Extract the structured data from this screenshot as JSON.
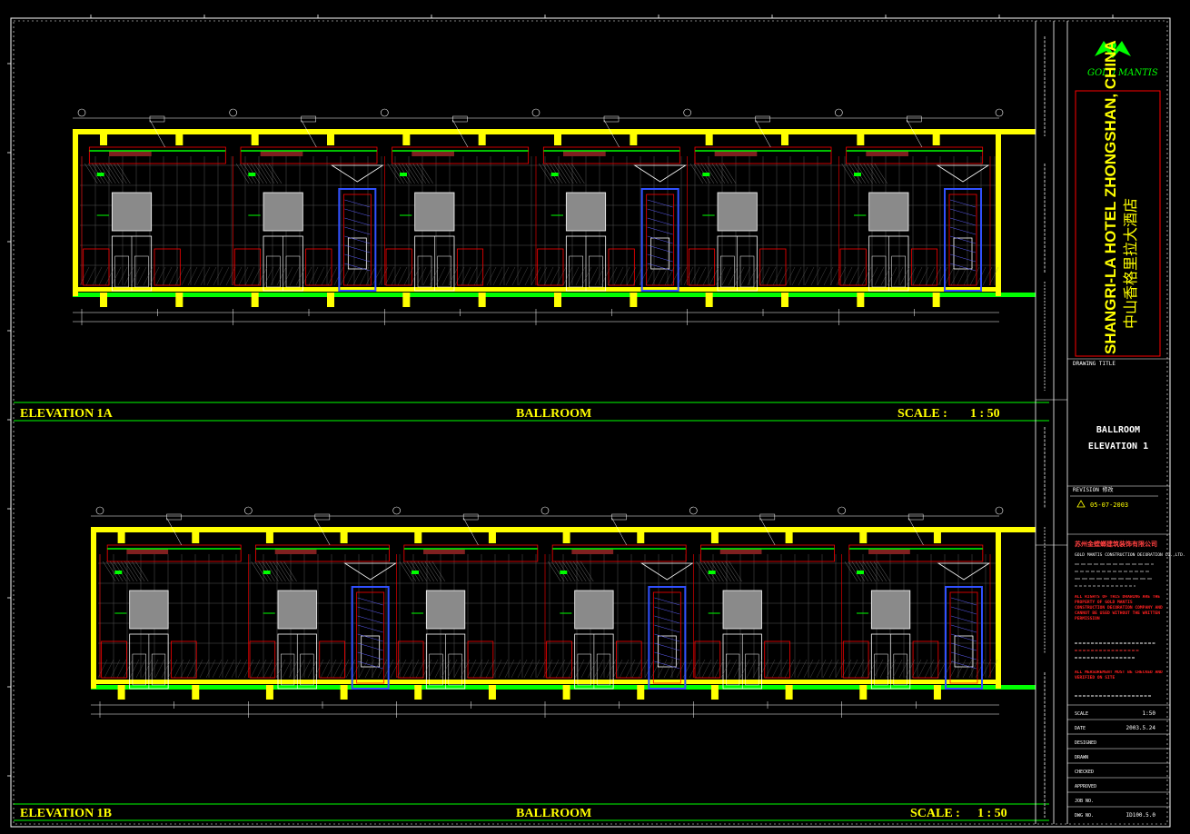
{
  "drawing": {
    "elevation_a": {
      "label": "ELEVATION 1A",
      "room": "BALLROOM",
      "scale_label": "SCALE :",
      "scale_value": "1 : 50"
    },
    "elevation_b": {
      "label": "ELEVATION 1B",
      "room": "BALLROOM",
      "scale_label": "SCALE :",
      "scale_value": "1 : 50"
    }
  },
  "title_block": {
    "logo_text": "GOLD MANTIS",
    "project_en": "SHANGRI-LA HOTEL ZHONGSHAN, CHINA",
    "project_cn": "中山香格里拉大酒店",
    "drawing_title_label": "DRAWING TITLE",
    "drawing_title_1": "BALLROOM",
    "drawing_title_2": "ELEVATION 1",
    "revision_label": "REVISION 修改",
    "revision_date": "05-07-2003",
    "company_cn": "苏州金螳螂建筑装饰有限公司",
    "company_en": "GOLD MANTIS CONSTRUCTION DECORATION CO.,LTD.",
    "warning_1": "ALL RIGHTS OF THIS DRAWING ARE THE PROPERTY OF GOLD MANTIS CONSTRUCTION DECORATION COMPANY AND CANNOT BE USED WITHOUT THE WRITTEN PERMISSION",
    "warning_2": "ALL MEASUREMENT MUST BE CHECKED AND VERIFIED ON SITE",
    "rows": [
      {
        "label": "SCALE",
        "value": "1:50"
      },
      {
        "label": "DATE",
        "value": "2003.5.24"
      },
      {
        "label": "DESIGNED",
        "value": ""
      },
      {
        "label": "DRAWN",
        "value": ""
      },
      {
        "label": "CHECKED",
        "value": ""
      },
      {
        "label": "APPROVED",
        "value": ""
      },
      {
        "label": "JOB NO.",
        "value": ""
      },
      {
        "label": "DWG NO.",
        "value": "ID100.5.0"
      }
    ]
  },
  "colors": {
    "yellow": "#ffff00",
    "green": "#00ff00",
    "red": "#ff0000",
    "white": "#ffffff",
    "gray": "#808080",
    "cyan": "#00ffff",
    "blue": "#3050ff"
  }
}
